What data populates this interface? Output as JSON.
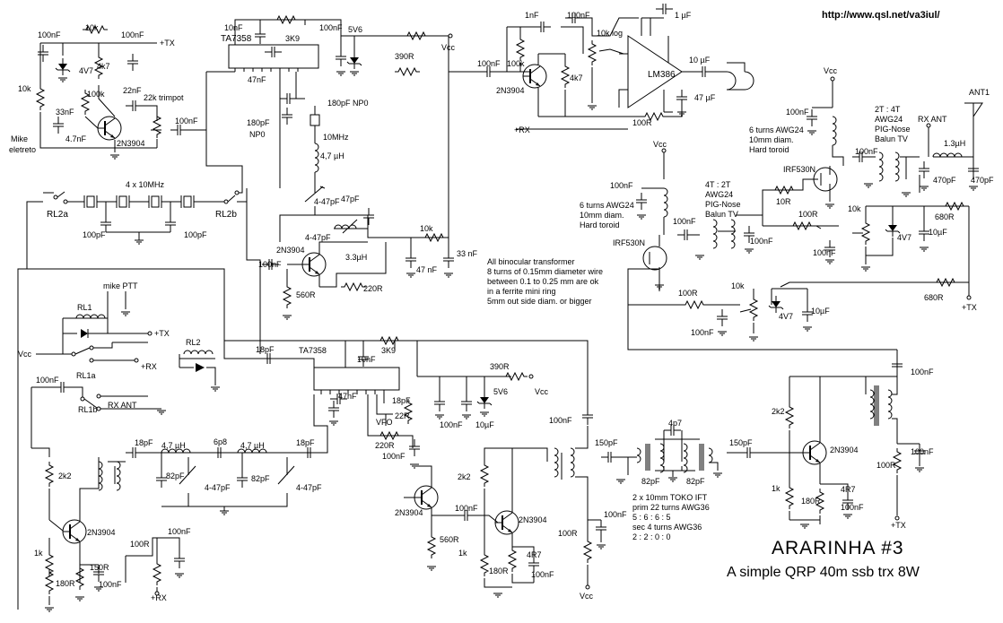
{
  "header": {
    "url": "http://www.qsl.net/va3iul/",
    "title": "ARARINHA #3",
    "subtitle": "A simple QRP 40m ssb trx 8W"
  },
  "notes": {
    "binocular": [
      "All binocular transformer",
      "8 turns of 0.15mm diameter wire",
      "between  0.1 to 0.25 mm are ok",
      "in a ferrite mini ring",
      "5mm out side diam. or bigger"
    ],
    "ift": [
      "2 x 10mm TOKO IFT",
      "prim 22 turns AWG36",
      "5 : 6 : 6 : 5",
      "sec 4 turns AWG36",
      "2 : 2 : 0 : 0"
    ],
    "toroid1": [
      "6 turns AWG24",
      "10mm diam.",
      "Hard toroid"
    ],
    "toroid2": [
      "6 turns AWG24",
      "10mm diam.",
      "Hard toroid"
    ],
    "balun1": [
      "2T : 4T",
      "AWG24",
      "PIG-Nose",
      "Balun TV"
    ],
    "balun2": [
      "4T : 2T",
      "AWG24",
      "PIG-Nose",
      "Balun TV"
    ]
  },
  "labels": {
    "tx_top": "+TX",
    "mike": "Mike",
    "eletreto": "eletreto",
    "trimpot": "22k trimpot",
    "ta1": "TA7358",
    "ta2": "TA7358",
    "v56a": "5V6",
    "v56b": "5V6",
    "r390a": "390R",
    "r390b": "390R",
    "vcc_a": "Vcc",
    "vcc_b": "Vcc",
    "vcc_c": "Vcc",
    "vcc_d": "Vcc",
    "vcc_e": "Vcc",
    "vcc_f": "Vcc",
    "c180np0": "180pF NP0",
    "c180": "180pF",
    "np0": "NP0",
    "mhz10": "10MHz",
    "uh47a": "4,7 µH",
    "trim447a": "4-47pF",
    "trim447b": "4-47pF",
    "c47pf": "47pF",
    "uh33": "3.3µH",
    "xtal": "4 x 10MHz",
    "rl2a": "RL2a",
    "rl2b": "RL2b",
    "c100pf_a": "100pF",
    "c100pf_b": "100pF",
    "q1": "2N3904",
    "q2": "2N3904",
    "q3": "2N3904",
    "q4": "2N3904",
    "q5": "2N3904",
    "q6": "2N3904",
    "q7": "2N3904",
    "r560a": "560R",
    "r560b": "560R",
    "r220a": "220R",
    "r220b": "220R",
    "c47nf_a": "47nF",
    "c47nf_b": "47  nF",
    "c47nf_c": "47nF",
    "c33": "33  nF",
    "r10k_a": "10k",
    "lm386": "LM386",
    "c1nf": "1nF",
    "c100nf_lm": "100nF",
    "c1uf": "1 µF",
    "pot10klog": "10k log",
    "c10uf_lm": "10 µF",
    "c47uf": "47 µF",
    "r100r_lm": "100R",
    "rx_lm": "+RX",
    "r4k7_lm": "4k7",
    "r100k_lm": "100k",
    "irf1": "IRF530N",
    "irf2": "IRF530N",
    "r10r": "10R",
    "r100r_pa": "100R",
    "r680a": "680R",
    "r680b": "680R",
    "v47a": "4V7",
    "v47b": "4V7",
    "c10uf_a": "10µF",
    "c10uf_b": "10µF",
    "r10k_pa": "10k",
    "r10k_pb": "10k",
    "rx_ant": "RX ANT",
    "rx_ant2": "RX ANT",
    "ant1": "ANT1",
    "uh13": "1.3µH",
    "c470a": "470pF",
    "c470b": "470pF",
    "tx_pa": "+TX",
    "mike_ptt": "mike PTT",
    "rl1": "RL1",
    "rl2": "RL2",
    "rl1a": "RL1a",
    "rl1b": "RL1b",
    "tx_rl": "+TX",
    "rx_rl": "+RX",
    "c18a": "18pF",
    "c18b": "18pF",
    "c18c": "18pF",
    "c18d": "18pF",
    "k39a": "3K9",
    "k39b": "3K9",
    "c10nf_a": "10nF",
    "c10nf_b": "10nF",
    "vfo": "VFO",
    "r22r": "22R",
    "uh47b": "4,7 µH",
    "uh47c": "4,7 µH",
    "c6p8": "6p8",
    "c82a": "82pF",
    "c82b": "82pF",
    "c82c": "82pF",
    "c82d": "82pF",
    "k22a": "2k2",
    "k22b": "2k2",
    "k22c": "2k2",
    "k1a": "1k",
    "k1b": "1k",
    "k1c": "1k",
    "r180a": "180R",
    "r180b": "180R",
    "r180c": "180R",
    "r150": "150R",
    "r4r7a": "4R7",
    "r4r7b": "4R7",
    "r100r_a": "100R",
    "rx_bot": "+RX",
    "c4p7": "4p7",
    "c150a": "150pF",
    "c150b": "150pF",
    "tx_bot": "+TX",
    "r100r_b": "100R",
    "r100r_c": "100R",
    "c100nf": "100nF",
    "c10uf": "10µF",
    "r10k": "10k",
    "r4k7": "4k7",
    "r100k": "100k",
    "c4n7": "4.7nF",
    "c33nf": "33nF",
    "c22nf": "22nF",
    "v47": "4V7",
    "c10nf": "10nF",
    "c47nf": "47nF"
  }
}
